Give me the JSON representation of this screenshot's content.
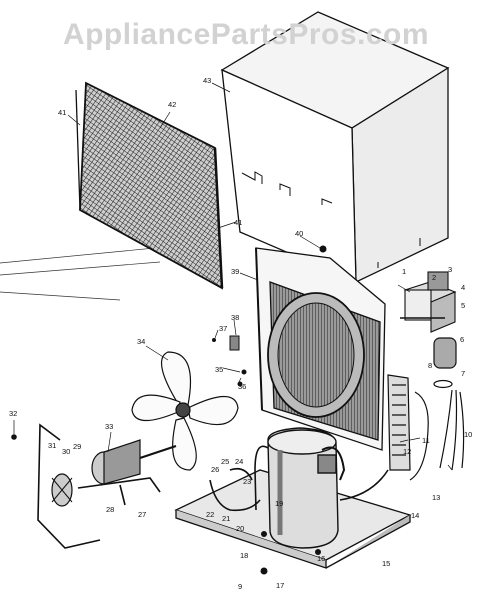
{
  "watermark": "AppliancePartsPros.com",
  "callouts": [
    {
      "id": "c43",
      "text": "43"
    },
    {
      "id": "c42",
      "text": "42"
    },
    {
      "id": "c41a",
      "text": "41"
    },
    {
      "id": "c41b",
      "text": "41"
    },
    {
      "id": "c40",
      "text": "40"
    },
    {
      "id": "c39",
      "text": "39"
    },
    {
      "id": "c38",
      "text": "38"
    },
    {
      "id": "c37",
      "text": "37"
    },
    {
      "id": "c36",
      "text": "36"
    },
    {
      "id": "c35",
      "text": "35"
    },
    {
      "id": "c34",
      "text": "34"
    },
    {
      "id": "c33",
      "text": "33"
    },
    {
      "id": "c32",
      "text": "32"
    },
    {
      "id": "c31",
      "text": "31"
    },
    {
      "id": "c30",
      "text": "30"
    },
    {
      "id": "c29",
      "text": "29"
    },
    {
      "id": "c28",
      "text": "28"
    },
    {
      "id": "c27",
      "text": "27"
    },
    {
      "id": "c26",
      "text": "26"
    },
    {
      "id": "c25",
      "text": "25"
    },
    {
      "id": "c24",
      "text": "24"
    },
    {
      "id": "c23",
      "text": "23"
    },
    {
      "id": "c22",
      "text": "22"
    },
    {
      "id": "c21",
      "text": "21"
    },
    {
      "id": "c20",
      "text": "20"
    },
    {
      "id": "c19",
      "text": "19"
    },
    {
      "id": "c18",
      "text": "18"
    },
    {
      "id": "c17",
      "text": "17"
    },
    {
      "id": "c16",
      "text": "16"
    },
    {
      "id": "c15",
      "text": "15"
    },
    {
      "id": "c14",
      "text": "14"
    },
    {
      "id": "c13",
      "text": "13"
    },
    {
      "id": "c12",
      "text": "12"
    },
    {
      "id": "c11",
      "text": "11"
    },
    {
      "id": "c10",
      "text": "10"
    },
    {
      "id": "c9",
      "text": "9"
    },
    {
      "id": "c8",
      "text": "8"
    },
    {
      "id": "c7",
      "text": "7"
    },
    {
      "id": "c6",
      "text": "6"
    },
    {
      "id": "c5",
      "text": "5"
    },
    {
      "id": "c4",
      "text": "4"
    },
    {
      "id": "c3",
      "text": "3"
    },
    {
      "id": "c2",
      "text": "2"
    },
    {
      "id": "c1",
      "text": "1"
    }
  ]
}
